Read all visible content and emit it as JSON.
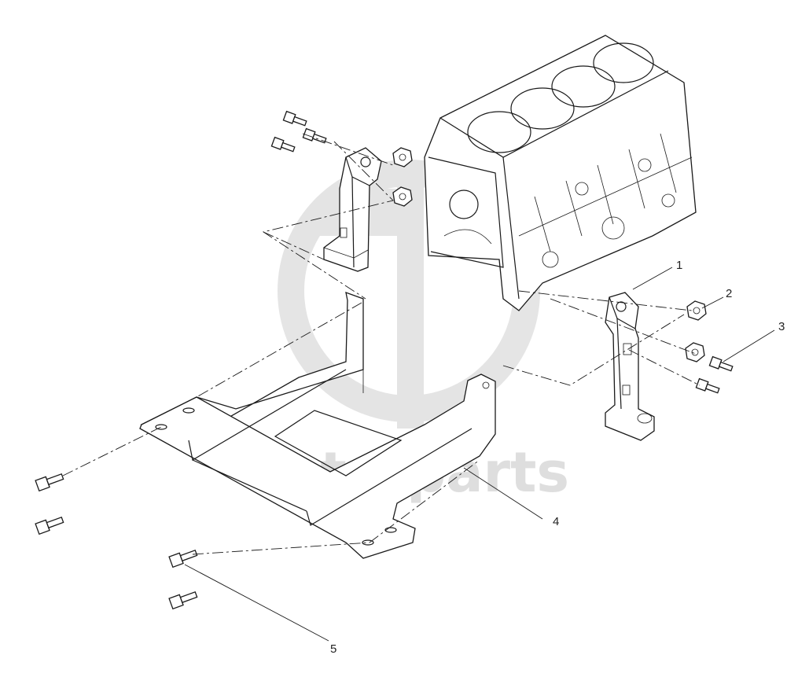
{
  "watermark": {
    "text": "data-parts",
    "color": "#d9d9d9"
  },
  "callouts": [
    {
      "id": "1",
      "label": "1"
    },
    {
      "id": "2",
      "label": "2"
    },
    {
      "id": "3",
      "label": "3"
    },
    {
      "id": "4",
      "label": "4"
    },
    {
      "id": "5",
      "label": "5"
    }
  ],
  "line_color": "#1a1a1a"
}
